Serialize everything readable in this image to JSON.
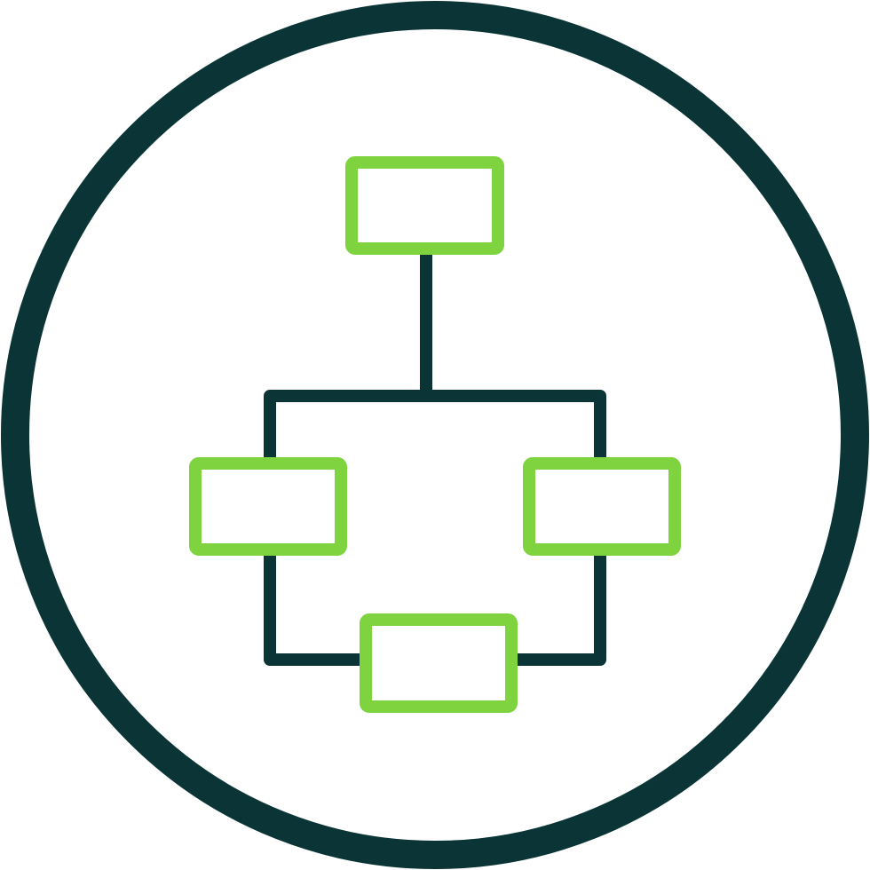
{
  "icon": {
    "name": "flowchart-icon",
    "colors": {
      "outline": "#0b3436",
      "accent": "#7ed33e",
      "background": "#ffffff"
    },
    "nodes": [
      {
        "id": "node-top"
      },
      {
        "id": "node-left"
      },
      {
        "id": "node-right"
      },
      {
        "id": "node-bottom"
      }
    ]
  }
}
